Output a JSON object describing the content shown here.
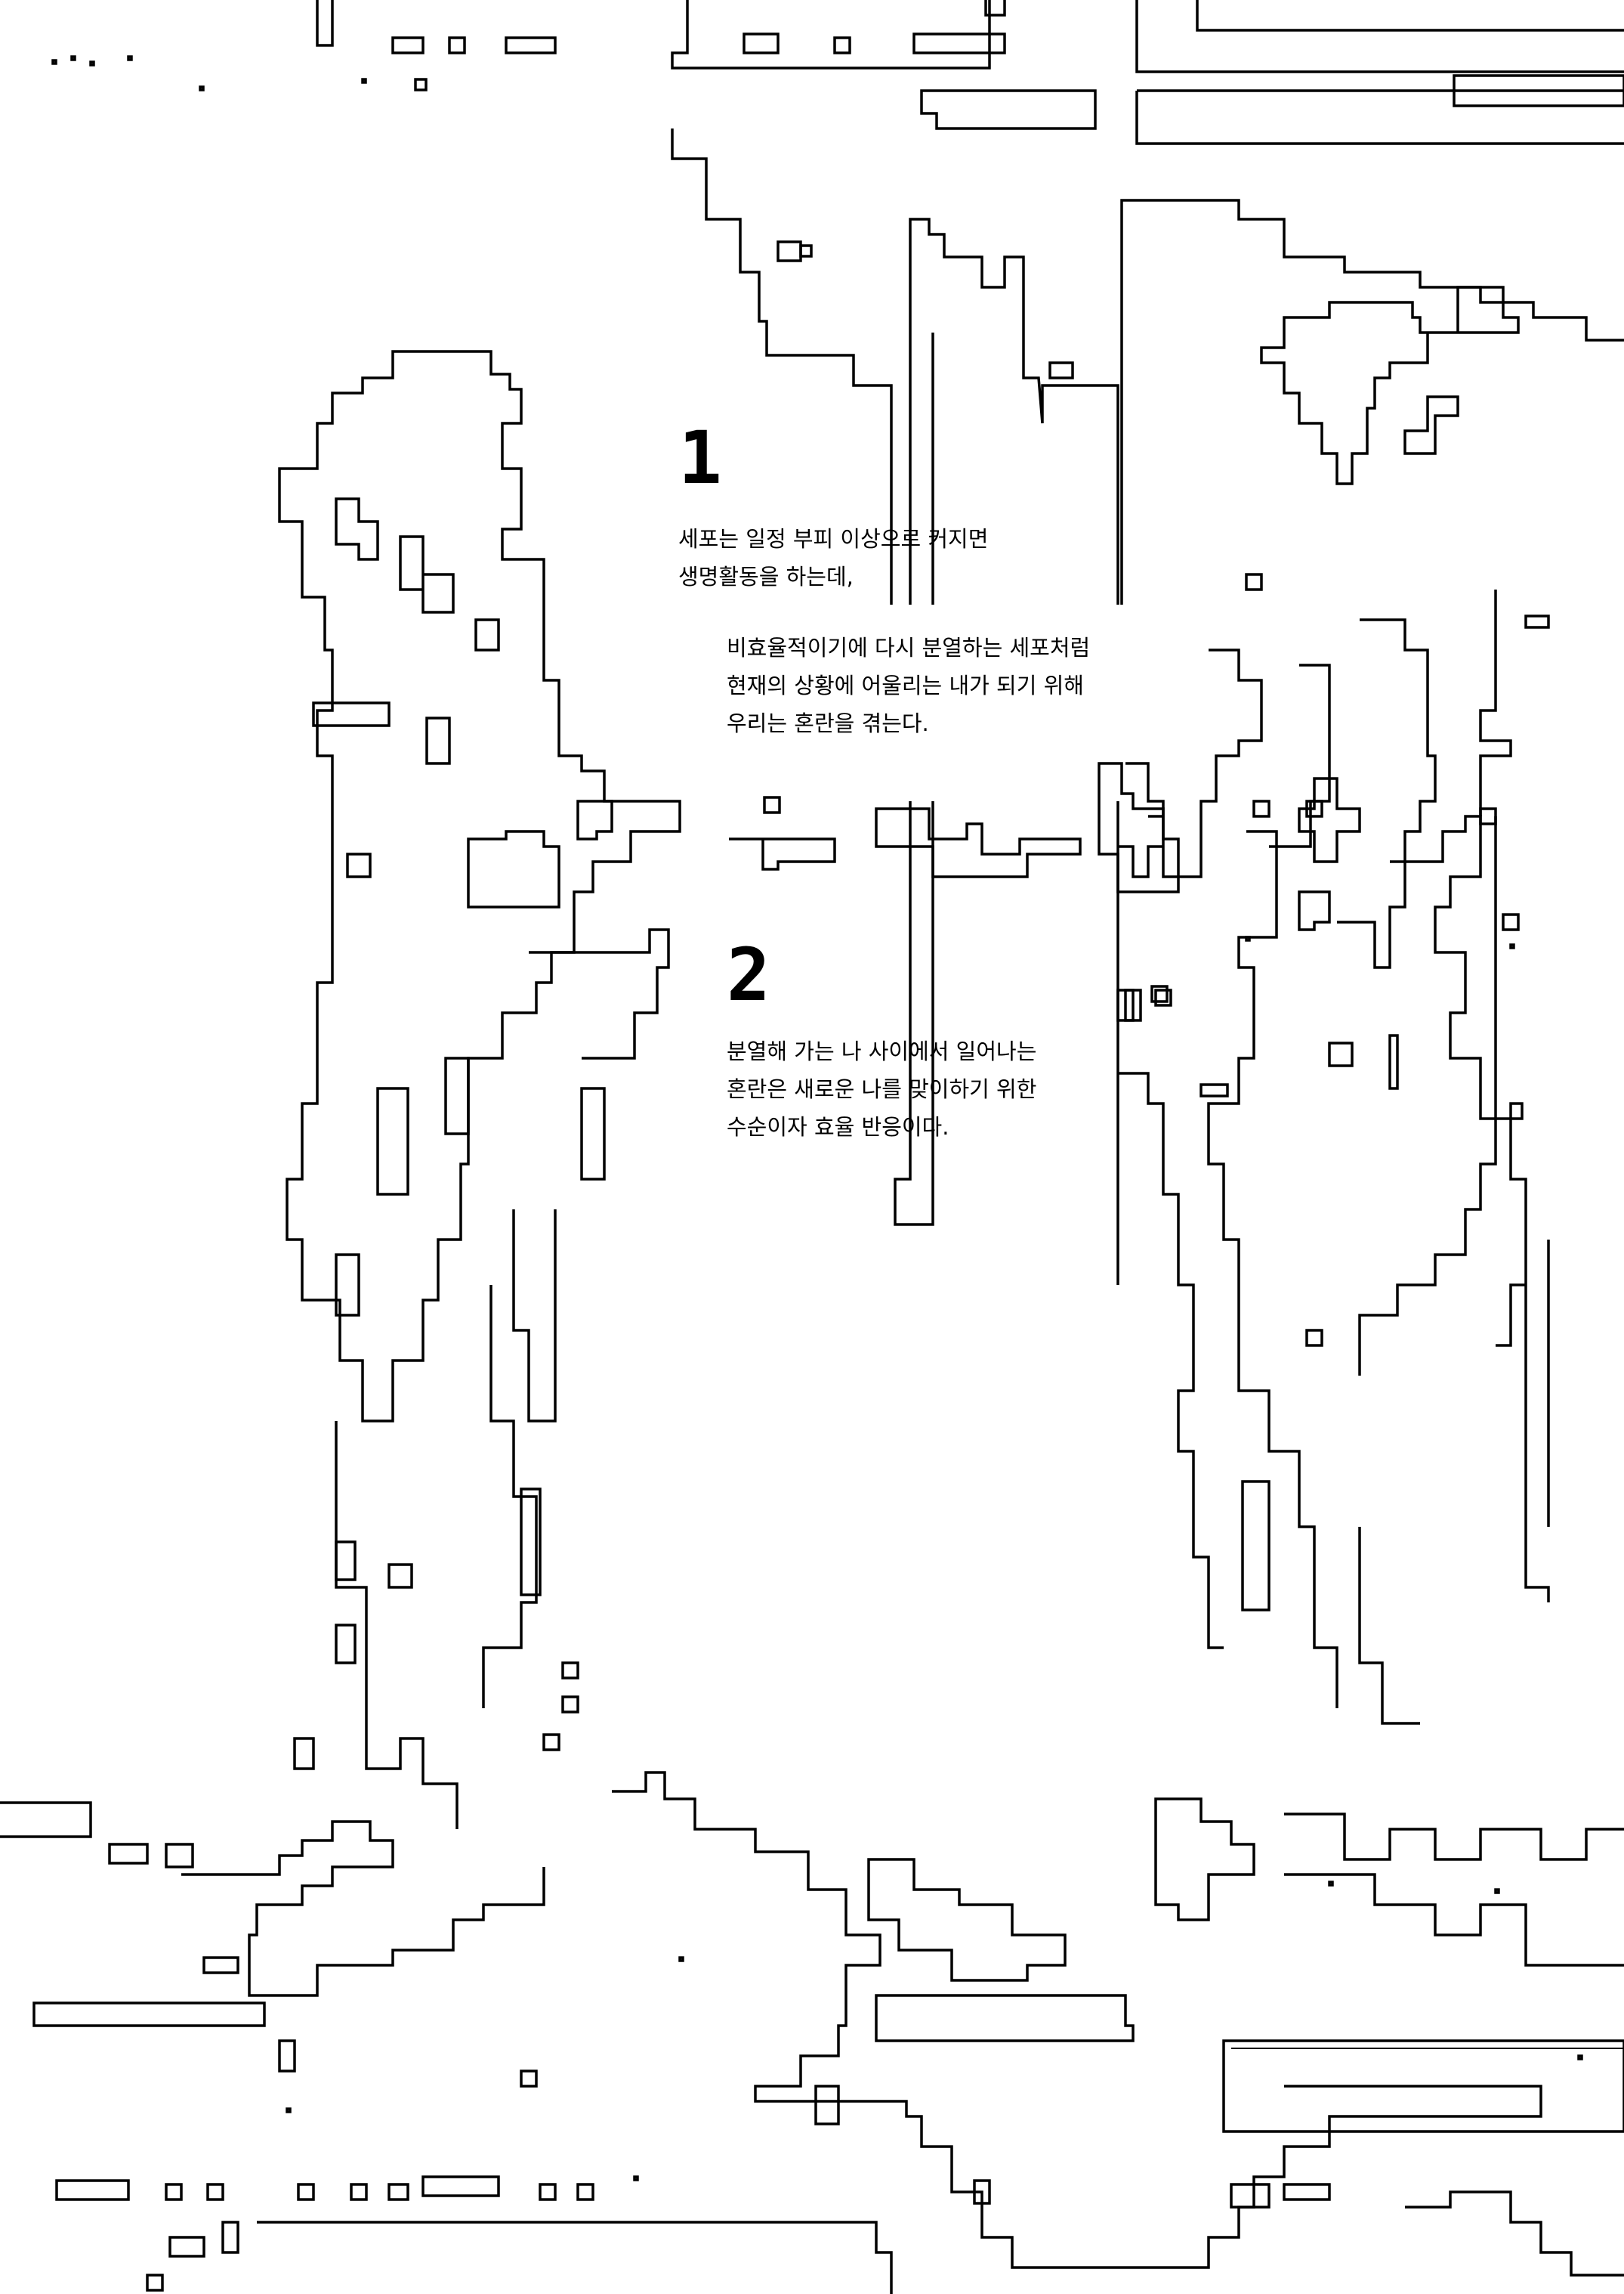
{
  "colors": {
    "background": "#ffffff",
    "ink": "#000000"
  },
  "section1": {
    "number": "1",
    "intro": [
      "세포는 일정 부피 이상으로 커지면",
      "생명활동을 하는데,"
    ],
    "body": [
      "비효율적이기에 다시 분열하는 세포처럼",
      "현재의 상황에 어울리는 내가 되기 위해",
      "우리는 혼란을 겪는다."
    ]
  },
  "section2": {
    "number": "2",
    "body": [
      "분열해 가는 나 사이에서 일어나는",
      "혼란은 새로운 나를 맞이하기 위한",
      "수순이자 효율 반응이다."
    ]
  }
}
